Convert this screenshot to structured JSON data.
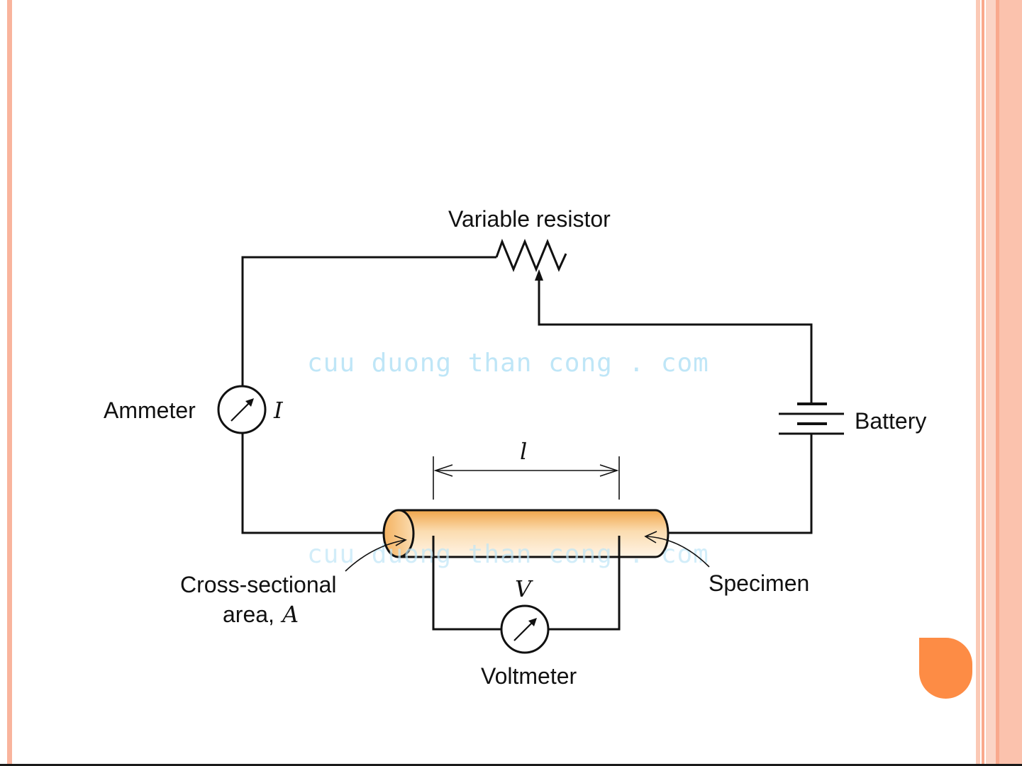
{
  "labels": {
    "variable_resistor": "Variable resistor",
    "ammeter": "Ammeter",
    "current_symbol": "I",
    "battery": "Battery",
    "length_symbol": "l",
    "voltage_symbol": "V",
    "voltmeter": "Voltmeter",
    "specimen": "Specimen",
    "cross_section_line1": "Cross-sectional",
    "cross_section_line2": "area, ",
    "area_symbol": "A"
  },
  "watermark": {
    "text": "cuu duong than cong . com"
  },
  "colors": {
    "stripe_dark": "#f9a98d",
    "stripe_light": "#fbd4c5",
    "accent": "#fd8c45",
    "specimen_top": "#f1a54a",
    "specimen_mid": "#fbdcb0",
    "specimen_light": "#fff4e6"
  }
}
